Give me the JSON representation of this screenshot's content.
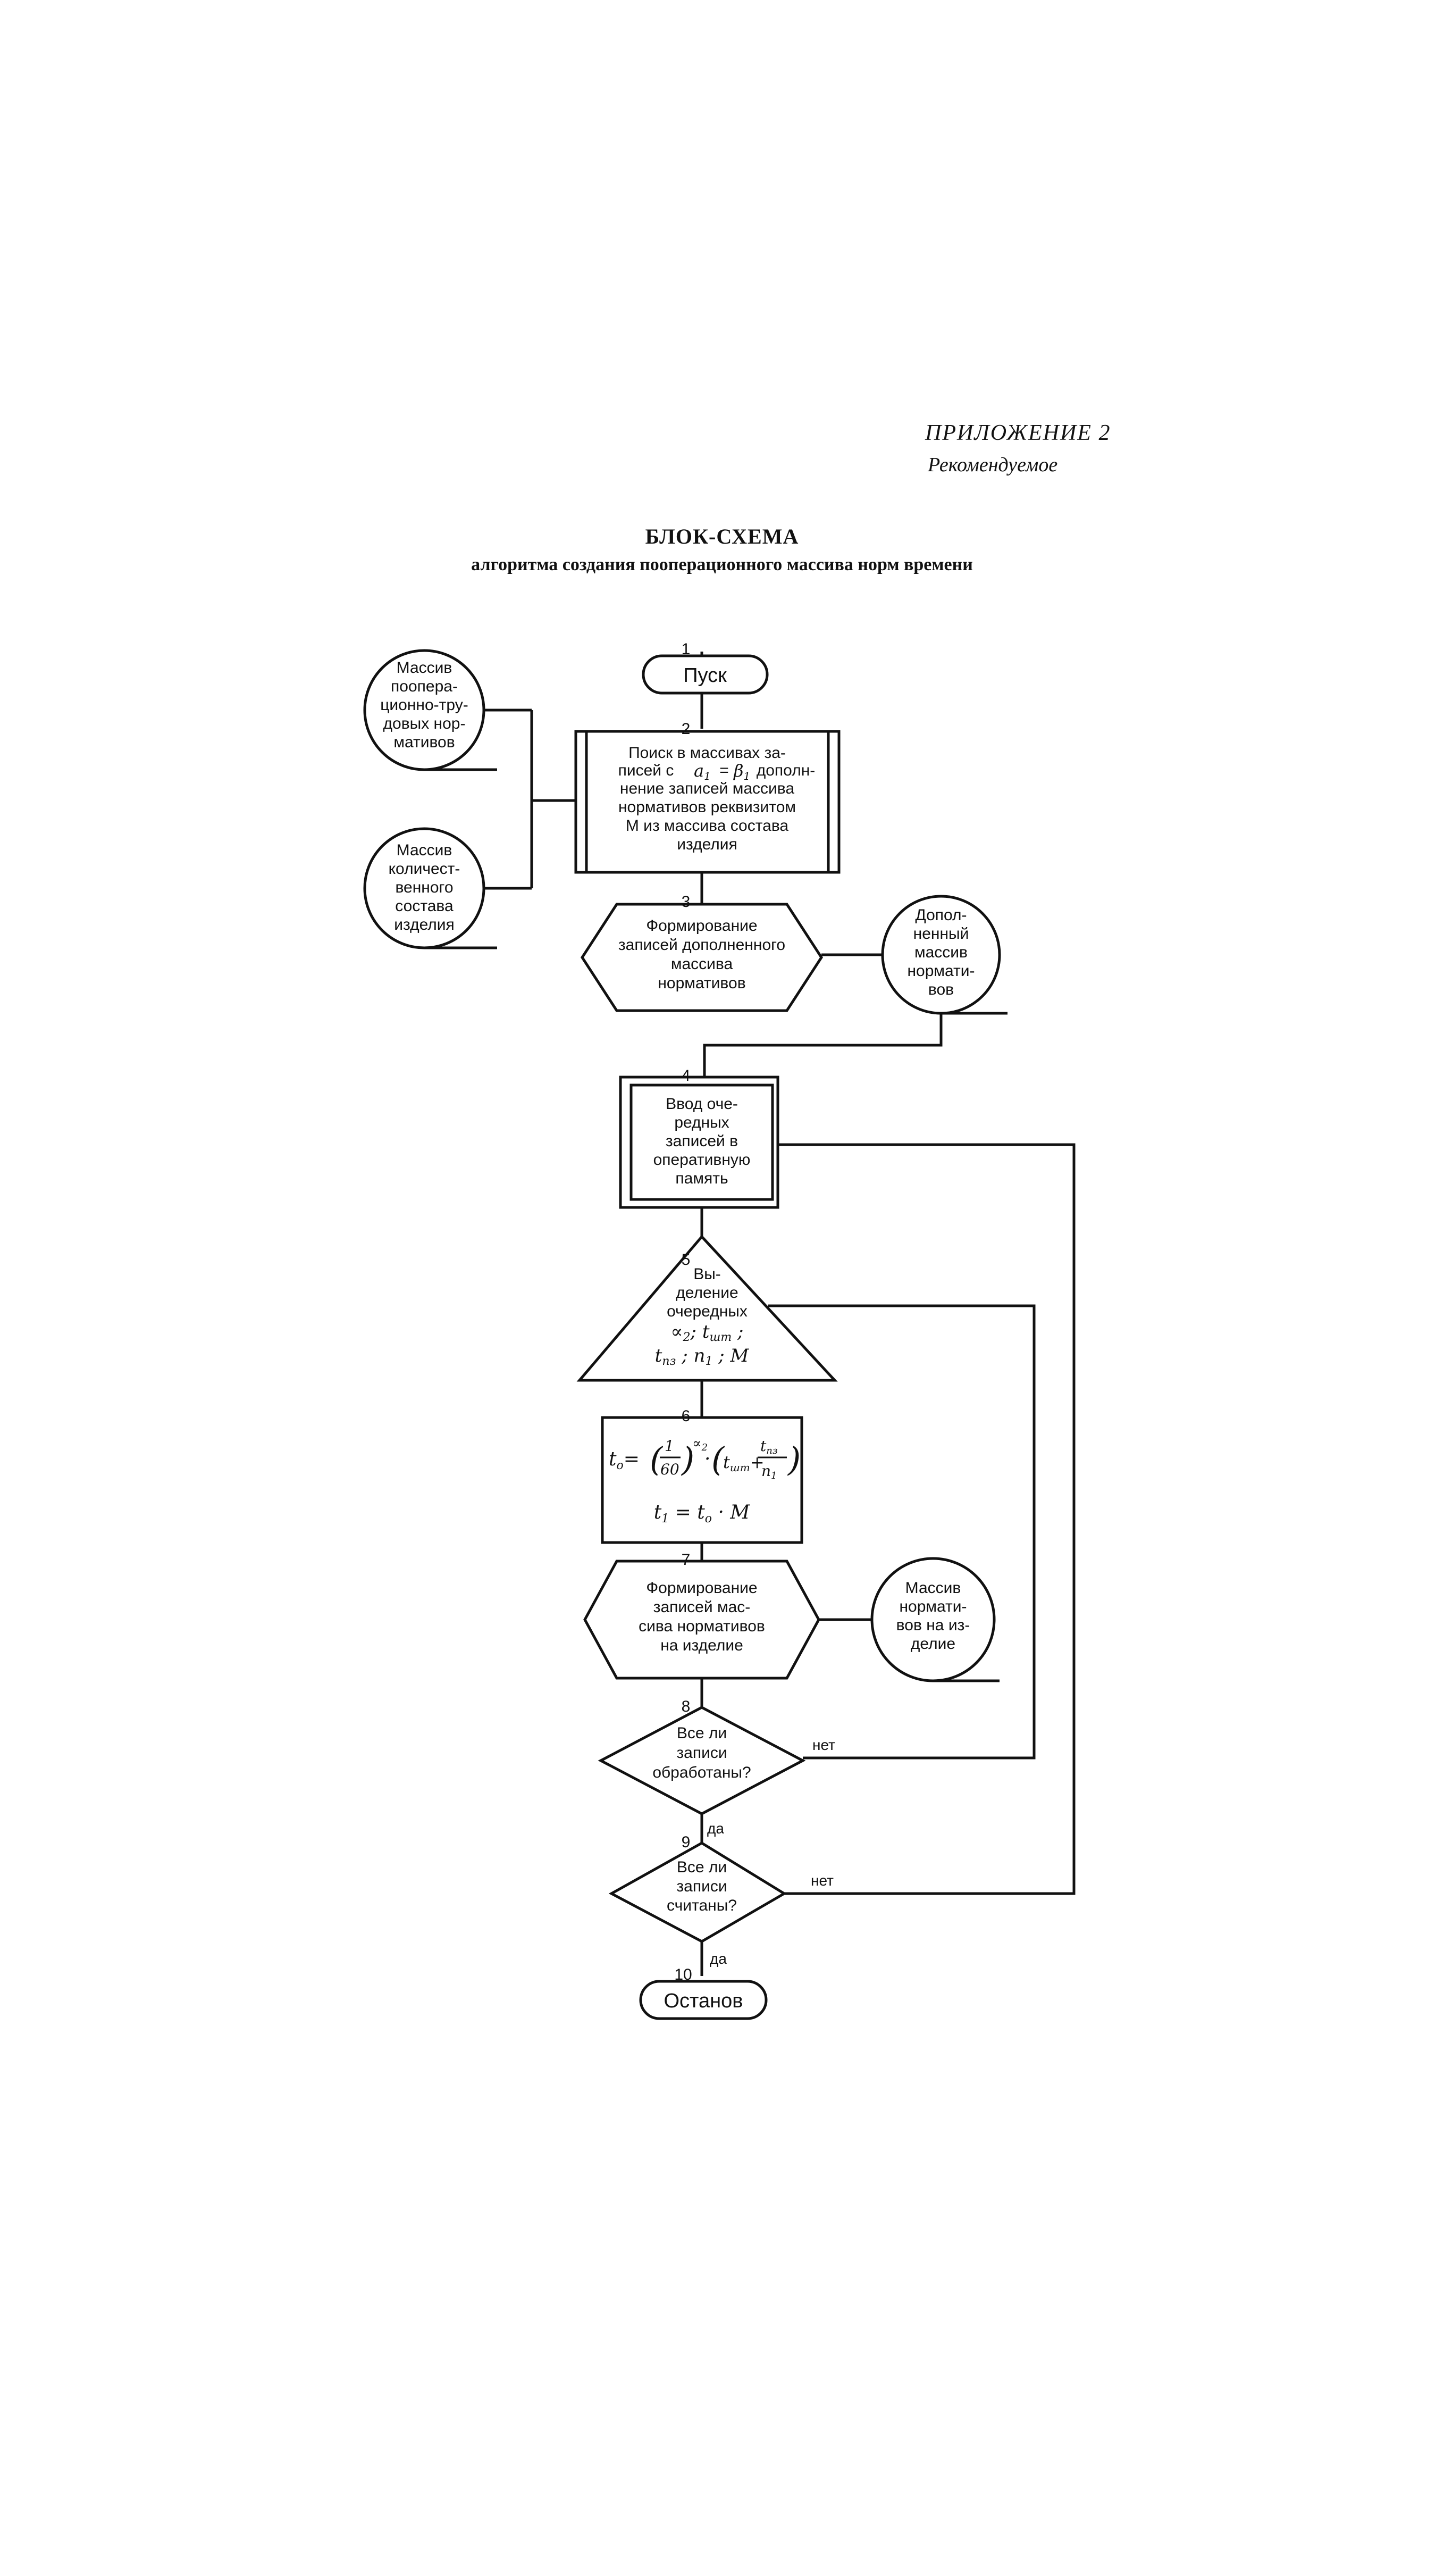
{
  "header": {
    "appendix": "ПРИЛОЖЕНИЕ 2",
    "recommended": "Рекомендуемое"
  },
  "title": "БЛОК-СХЕМА",
  "subtitle": "алгоритма создания пооперационного массива норм времени",
  "blocks": {
    "b1": {
      "num": "1",
      "text": "Пуск"
    },
    "b2": {
      "num": "2",
      "lines": [
        "Поиск в массивах за-",
        "писей с",
        "=",
        "дополн-",
        "нение записей массива",
        "нормативов реквизитом",
        "М из массива состава",
        "изделия"
      ]
    },
    "b3": {
      "num": "3",
      "lines": [
        "Формирование",
        "записей дополненного",
        "массива",
        "нормативов"
      ]
    },
    "b4": {
      "num": "4",
      "lines": [
        "Ввод оче-",
        "редных",
        "записей в",
        "оперативную",
        "память"
      ]
    },
    "b5": {
      "num": "5",
      "lines": [
        "Вы-",
        "деление",
        "очередных"
      ]
    },
    "b6": {
      "num": "6"
    },
    "b7": {
      "num": "7",
      "lines": [
        "Формирование",
        "записей мас-",
        "сива нормативов",
        "на изделие"
      ]
    },
    "b8": {
      "num": "8",
      "lines": [
        "Все ли",
        "записи",
        "обработаны?"
      ]
    },
    "b9": {
      "num": "9",
      "lines": [
        "Все ли",
        "записи",
        "считаны?"
      ]
    },
    "b10": {
      "num": "10",
      "text": "Останов"
    }
  },
  "files": {
    "f1": [
      "Массив",
      "пoопера-",
      "ционно-тру-",
      "довых нор-",
      "мативов"
    ],
    "f2": [
      "Массив",
      "количест-",
      "венного",
      "состава",
      "изделия"
    ],
    "f3": [
      "Допол-",
      "ненный",
      "массив",
      "нормати-",
      "вов"
    ],
    "f4": [
      "Массив",
      "нормати-",
      "вов на из-",
      "делие"
    ]
  },
  "labels": {
    "no": "нет",
    "yes": "да"
  }
}
